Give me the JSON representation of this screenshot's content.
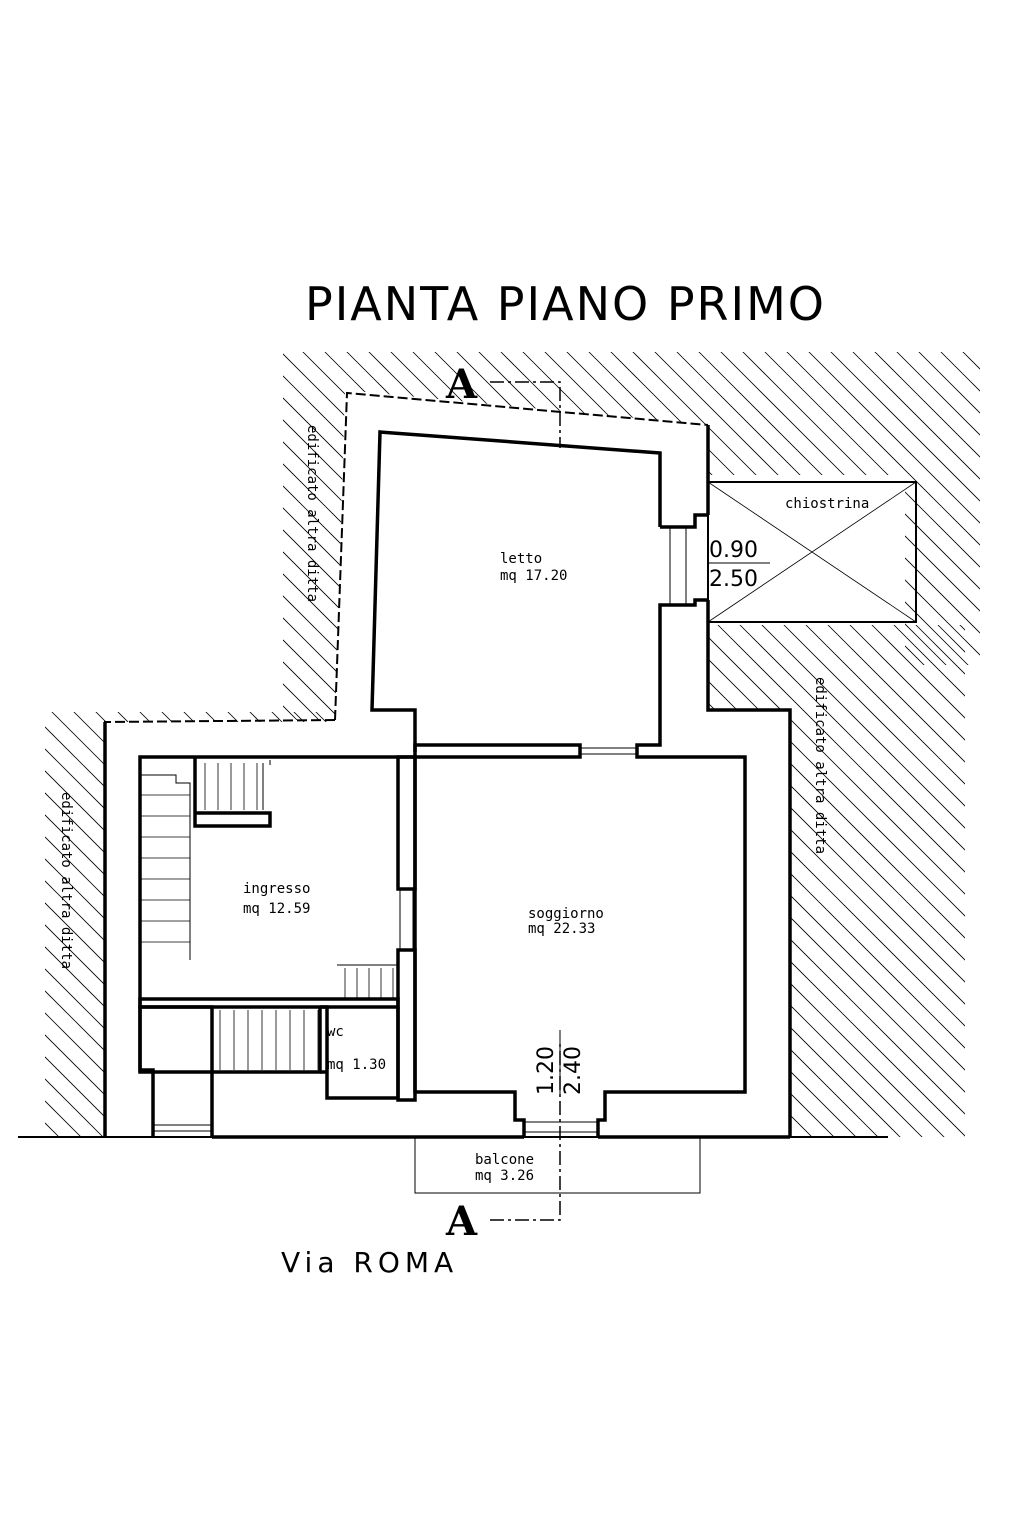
{
  "title": "PIANTA PIANO PRIMO",
  "street": "Via ROMA",
  "section_marker": "A",
  "rooms": [
    {
      "name": "letto",
      "area": "mq 17.20"
    },
    {
      "name": "ingresso",
      "area": "mq 12.59"
    },
    {
      "name": "soggiorno",
      "area": "mq 22.33"
    },
    {
      "name": "wc",
      "area": "mq 1.30"
    },
    {
      "name": "balcone",
      "area": "mq 3.26"
    },
    {
      "name": "chiostrina"
    }
  ],
  "openings": [
    {
      "width": "0.90",
      "height": "2.50"
    },
    {
      "width": "1.20",
      "height": "2.40"
    }
  ],
  "neighbor_label": "edificato altra ditta"
}
